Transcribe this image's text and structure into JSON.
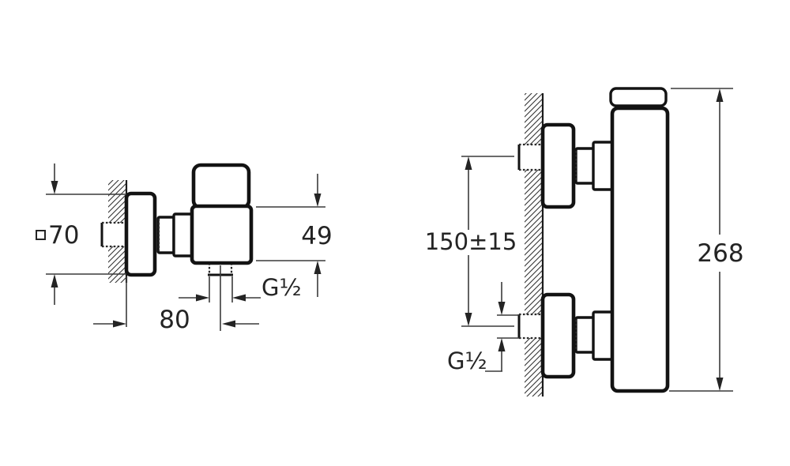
{
  "colors": {
    "background": "#ffffff",
    "object_outline": "#131313",
    "dimension_lines": "#3a3a3a",
    "text": "#242424"
  },
  "left_view": {
    "flange_size_symbol": "□",
    "flange_size": "70",
    "body_height": "49",
    "wall_to_spout": "80",
    "spout_thread": "G½"
  },
  "right_view": {
    "inlet_spacing": "150±15",
    "overall_height": "268",
    "inlet_thread": "G½"
  }
}
